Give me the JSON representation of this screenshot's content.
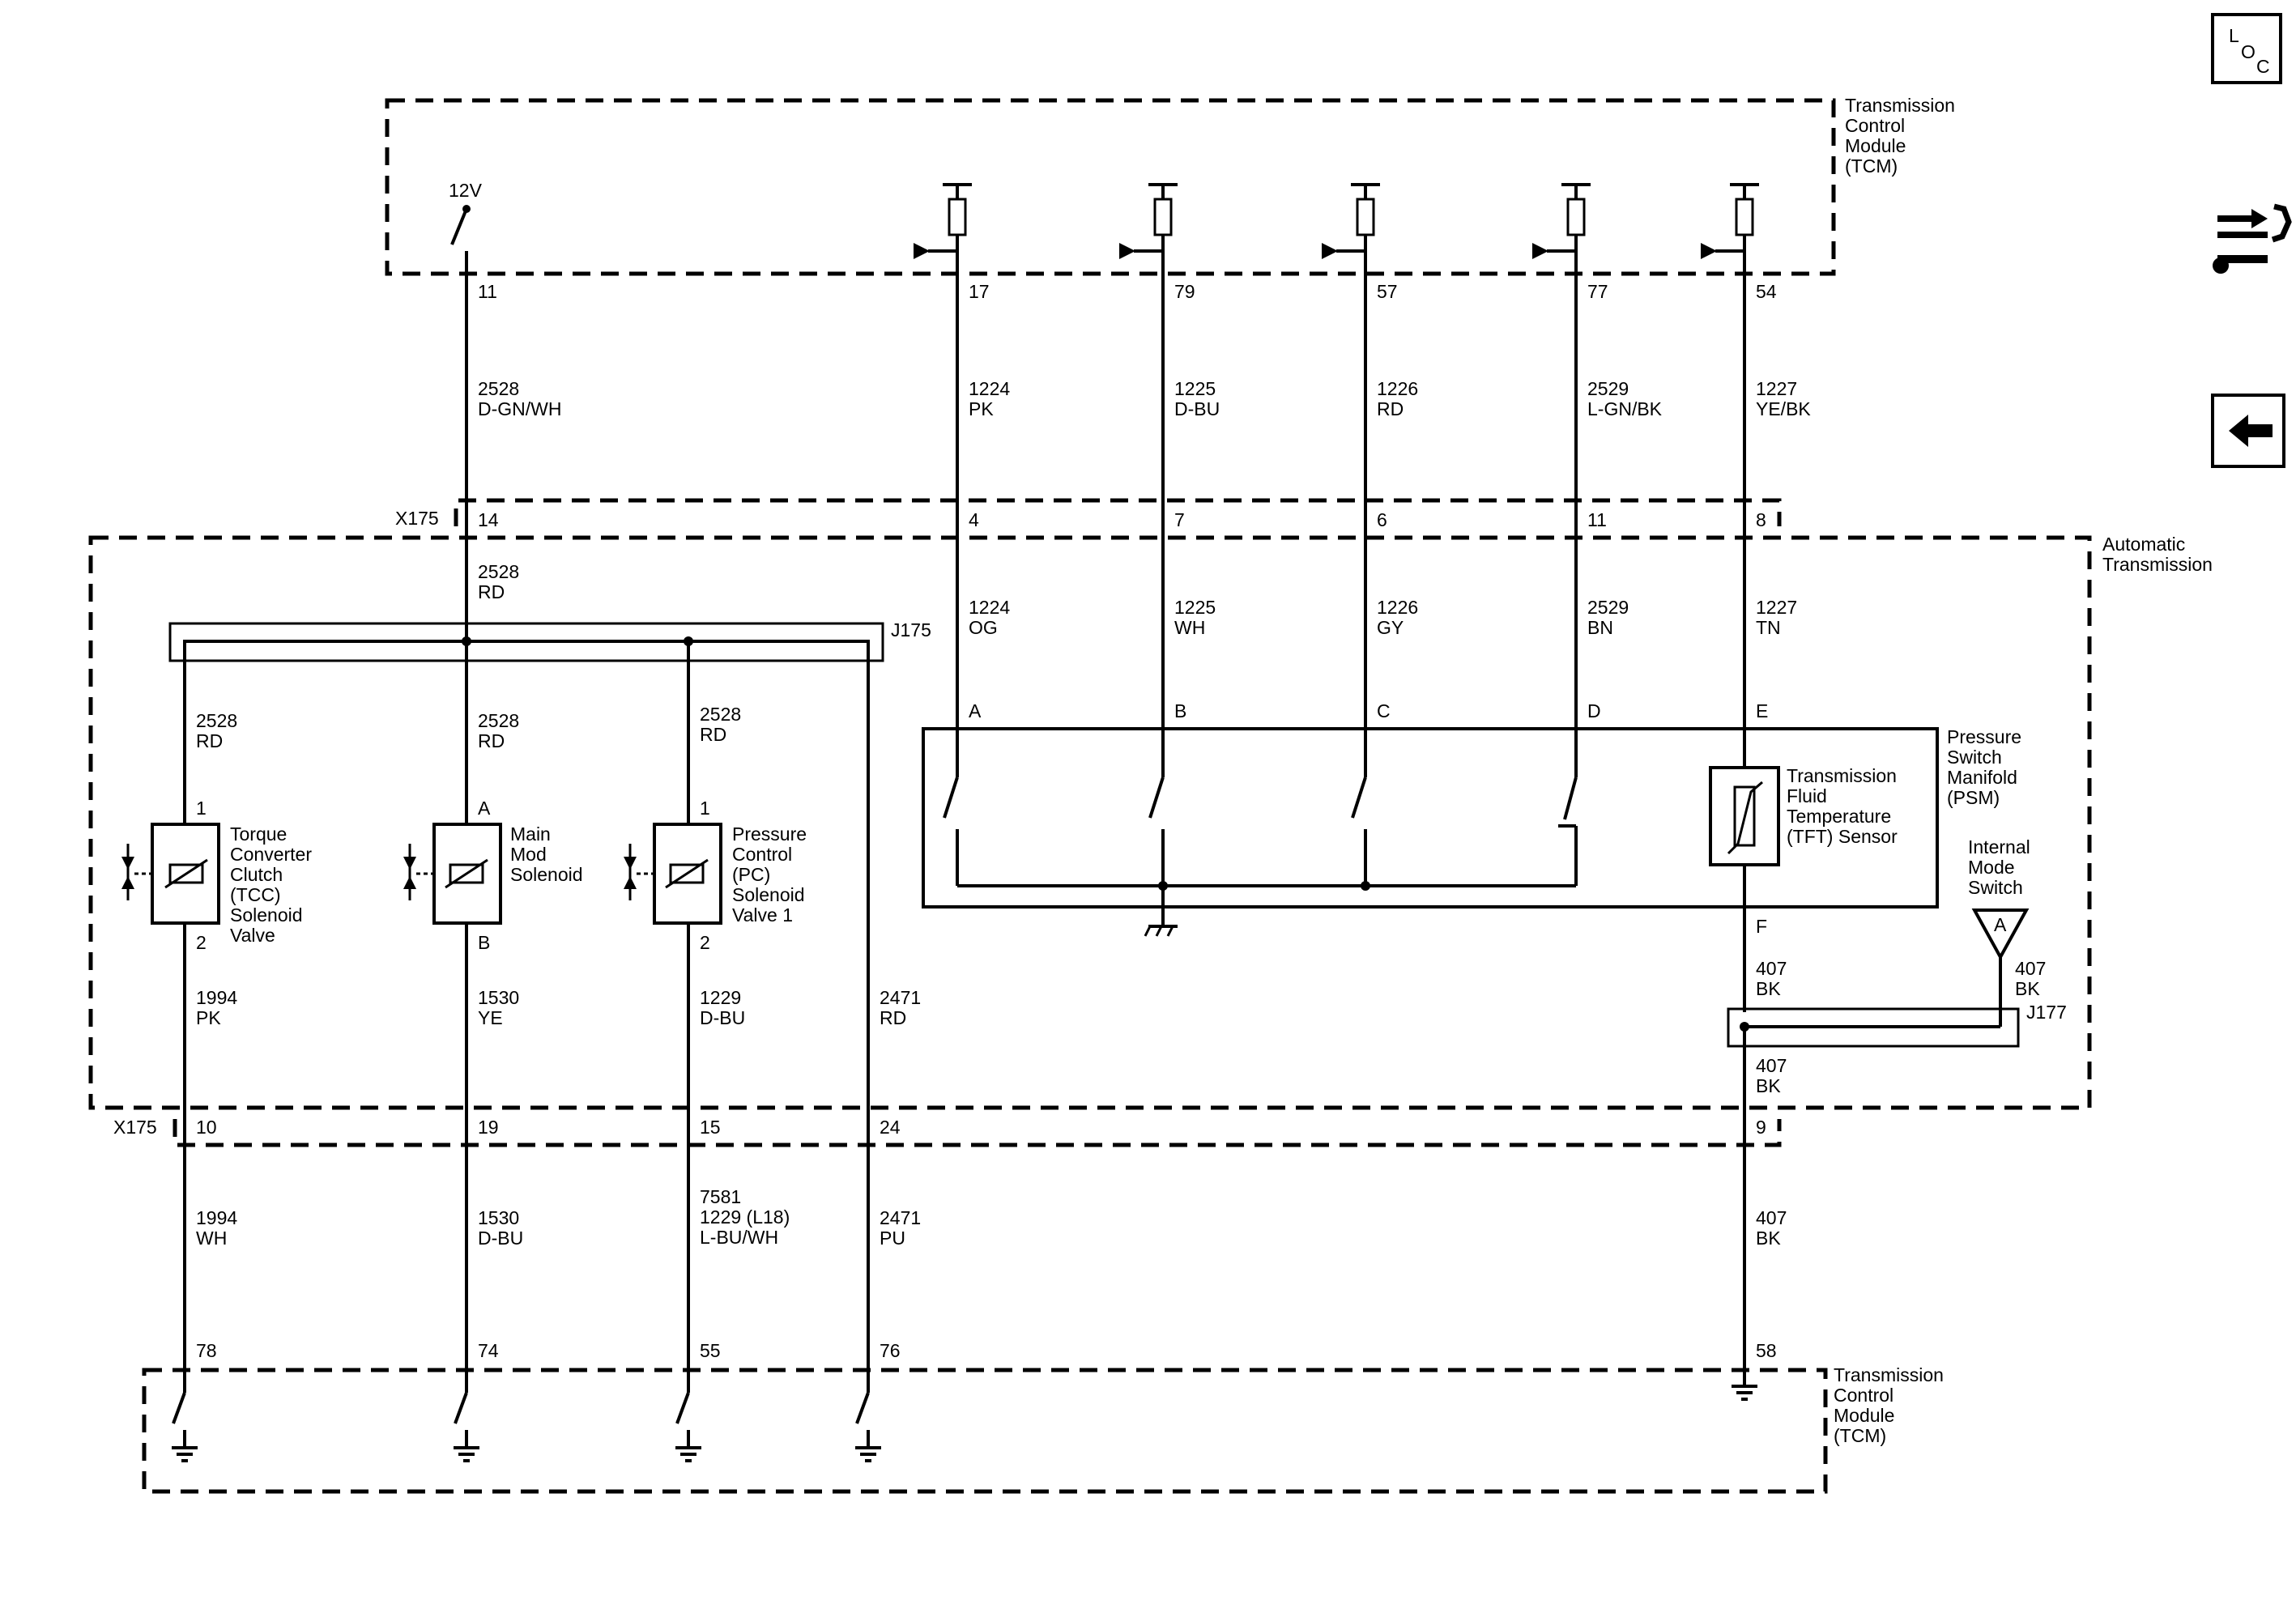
{
  "nav": {
    "loc_l": "L",
    "loc_o": "O",
    "loc_c": "C"
  },
  "modules": {
    "tcm_top": [
      "Transmission",
      "Control",
      "Module",
      "(TCM)"
    ],
    "tcm_bottom": [
      "Transmission",
      "Control",
      "Module",
      "(TCM)"
    ],
    "automatic_transmission": [
      "Automatic",
      "Transmission"
    ],
    "psm": [
      "Pressure",
      "Switch",
      "Manifold",
      "(PSM)"
    ]
  },
  "connectors": {
    "x175_top": "X175",
    "x175_bottom": "X175",
    "j175": "J175",
    "j177": "J177"
  },
  "supply": "12V",
  "top_pins": [
    "11",
    "17",
    "79",
    "57",
    "77",
    "54"
  ],
  "top_wires": [
    {
      "circuit": "2528",
      "color": "D-GN/WH"
    },
    {
      "circuit": "1224",
      "color": "PK"
    },
    {
      "circuit": "1225",
      "color": "D-BU"
    },
    {
      "circuit": "1226",
      "color": "RD"
    },
    {
      "circuit": "2529",
      "color": "L-GN/BK"
    },
    {
      "circuit": "1227",
      "color": "YE/BK"
    }
  ],
  "x175_top_pins": [
    "14",
    "4",
    "7",
    "6",
    "11",
    "8"
  ],
  "trans_wires": [
    {
      "circuit": "2528",
      "color": "RD"
    },
    {
      "circuit": "1224",
      "color": "OG"
    },
    {
      "circuit": "1225",
      "color": "WH"
    },
    {
      "circuit": "1226",
      "color": "GY"
    },
    {
      "circuit": "2529",
      "color": "BN"
    },
    {
      "circuit": "1227",
      "color": "TN"
    }
  ],
  "psm_pins": [
    "A",
    "B",
    "C",
    "D",
    "E",
    "F"
  ],
  "tft_sensor": [
    "Transmission",
    "Fluid",
    "Temperature",
    "(TFT) Sensor"
  ],
  "internal_mode_switch": [
    "Internal",
    "Mode",
    "Switch"
  ],
  "ims_pin": "A",
  "solenoid_feeds": [
    {
      "circuit": "2528",
      "color": "RD"
    },
    {
      "circuit": "2528",
      "color": "RD"
    },
    {
      "circuit": "2528",
      "color": "RD"
    }
  ],
  "solenoids": [
    {
      "pin_top": "1",
      "pin_bottom": "2",
      "label": [
        "Torque",
        "Converter",
        "Clutch",
        "(TCC)",
        "Solenoid",
        "Valve"
      ]
    },
    {
      "pin_top": "A",
      "pin_bottom": "B",
      "label": [
        "Main",
        "Mod",
        "Solenoid"
      ]
    },
    {
      "pin_top": "1",
      "pin_bottom": "2",
      "label": [
        "Pressure",
        "Control",
        "(PC)",
        "Solenoid",
        "Valve 1"
      ]
    }
  ],
  "lower_trans_wires": [
    {
      "circuit": "1994",
      "color": "PK"
    },
    {
      "circuit": "1530",
      "color": "YE"
    },
    {
      "circuit": "1229",
      "color": "D-BU"
    },
    {
      "circuit": "2471",
      "color": "RD"
    }
  ],
  "ims_wire": {
    "circuit": "407",
    "color": "BK"
  },
  "psm_f_wire": {
    "circuit": "407",
    "color": "BK"
  },
  "j177_out_wire": {
    "circuit": "407",
    "color": "BK"
  },
  "x175_bottom_pins": [
    "10",
    "19",
    "15",
    "24",
    "9"
  ],
  "bottom_wires": [
    {
      "lines": [
        "1994",
        "WH"
      ]
    },
    {
      "lines": [
        "1530",
        "D-BU"
      ]
    },
    {
      "lines": [
        "7581",
        "1229 (L18)",
        "L-BU/WH"
      ]
    },
    {
      "lines": [
        "2471",
        "PU"
      ]
    },
    {
      "lines": [
        "407",
        "BK"
      ]
    }
  ],
  "bottom_pins": [
    "78",
    "74",
    "55",
    "76",
    "58"
  ]
}
